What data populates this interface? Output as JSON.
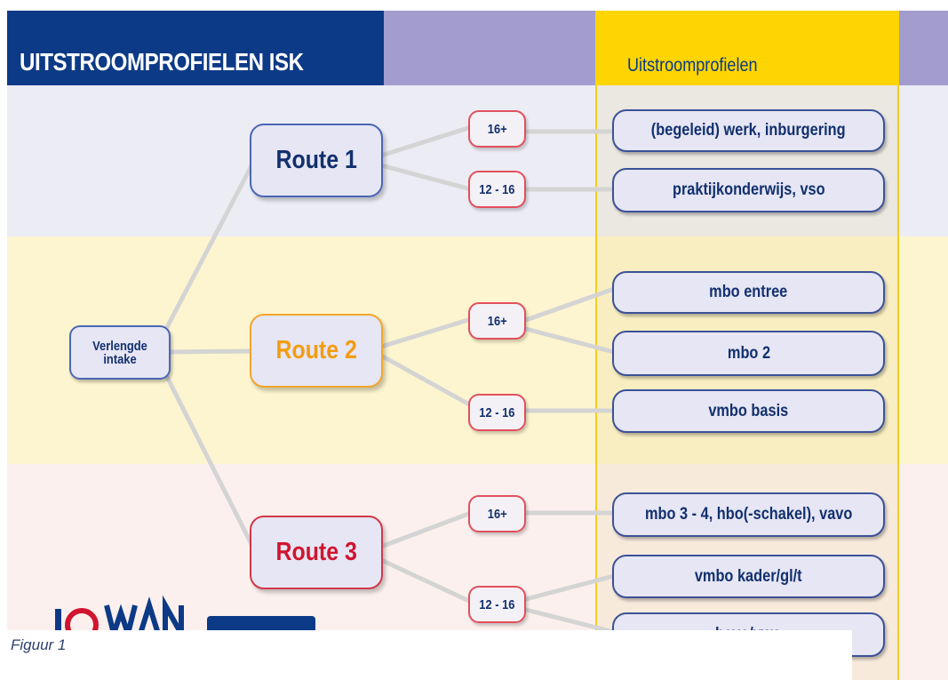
{
  "header": {
    "title": "UITSTROOMPROFIELEN ISK",
    "column_title": "Uitstroomprofielen"
  },
  "intake": "Verlengde intake",
  "routes": [
    {
      "label": "Route 1",
      "color": "#12306e"
    },
    {
      "label": "Route 2",
      "color": "#f29c12"
    },
    {
      "label": "Route 3",
      "color": "#d0152f"
    }
  ],
  "ages": [
    "16+",
    "12 - 16",
    "16+",
    "12 - 16",
    "16+",
    "12 - 16"
  ],
  "profiles": [
    "(begeleid) werk, inburgering",
    "praktijkonderwijs, vso",
    "mbo entree",
    "mbo 2",
    "vmbo basis",
    "mbo 3 - 4, hbo(-schakel), vavo",
    "vmbo kader/gl/t",
    "havo/vwo"
  ],
  "caption": "Figuur 1",
  "colors": {
    "header_blue": "#0c3a86",
    "header_lavender": "#a29ccf",
    "header_yellow": "#fed500",
    "band_route1": "#ececf5",
    "band_route2": "#fdf5cf",
    "band_route3": "#fbf0ed",
    "connector": "#d5d4d4"
  }
}
